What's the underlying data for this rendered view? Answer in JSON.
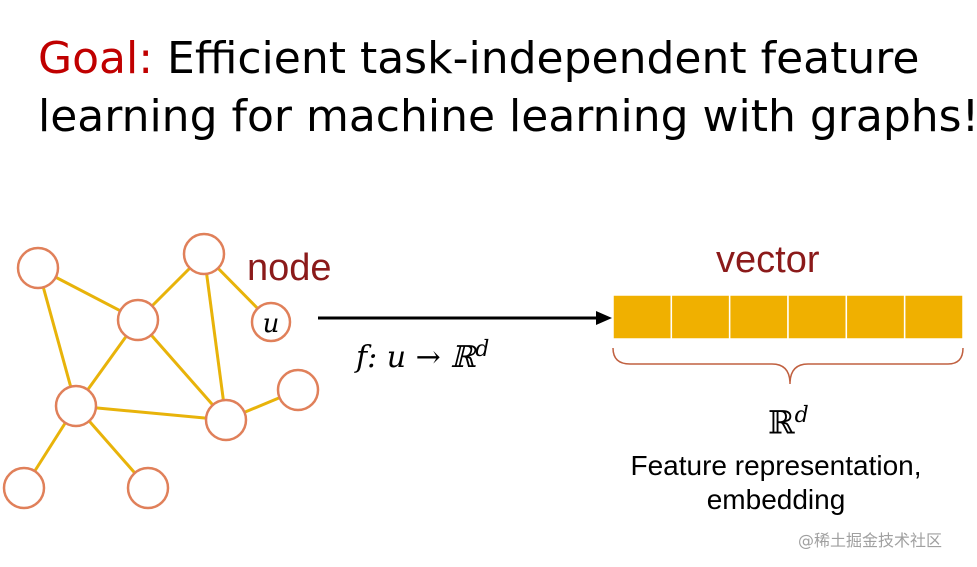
{
  "title": {
    "goal": "Goal:",
    "line1": " Efficient task-independent feature",
    "line2": "learning for machine learning with graphs!"
  },
  "labels": {
    "node": "node",
    "vector": "vector",
    "node_symbol": "u",
    "func_main": "f: u → ℝ",
    "func_sup": "d",
    "space_main": "ℝ",
    "space_sup": "d",
    "feature_line1": "Feature representation,",
    "feature_line2": "embedding"
  },
  "watermark": "@稀土掘金技术社区",
  "colors": {
    "goal": "#c00000",
    "label": "#8b1a1a",
    "edge": "#e8b30a",
    "node_stroke": "#e0805a",
    "vector_fill": "#f0b000"
  },
  "vector_cells": 6
}
